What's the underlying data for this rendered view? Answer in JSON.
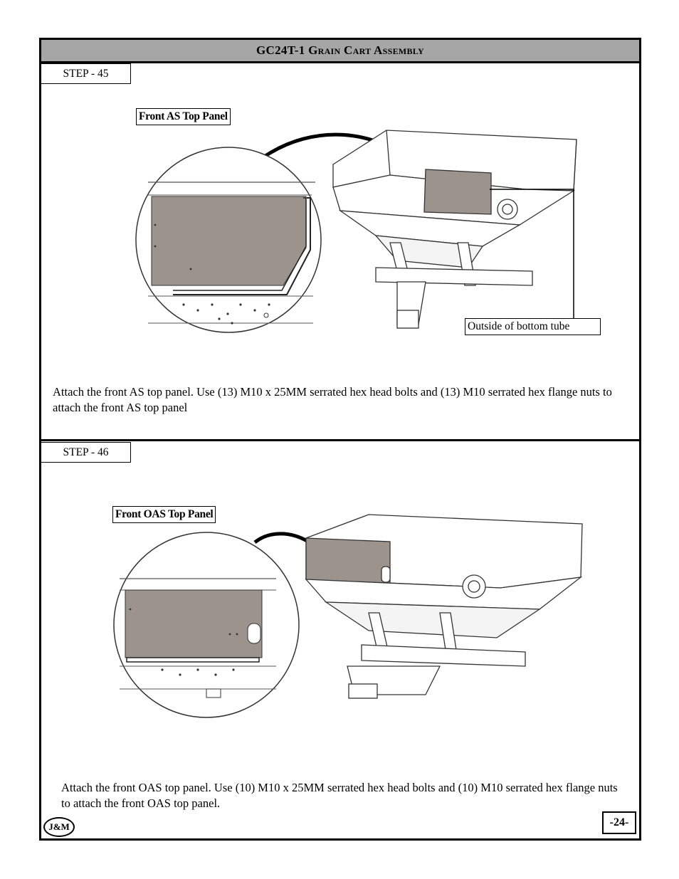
{
  "header": {
    "title": "GC24T-1 Grain Cart Assembly"
  },
  "steps": [
    {
      "label": "STEP - 45",
      "callout_part": "Front AS Top Panel",
      "callout_location": "Outside of bottom tube",
      "instructions": "Attach the front AS top panel. Use (13) M10 x 25MM serrated hex head bolts and (13) M10 serrated hex flange nuts to attach the front AS top panel"
    },
    {
      "label": "STEP - 46",
      "callout_part": "Front OAS Top Panel",
      "instructions": "Attach the front OAS top panel. Use (10) M10 x 25MM serrated hex head bolts and (10) M10 serrated hex flange nuts to attach the front OAS top panel."
    }
  ],
  "footer": {
    "logo_text": "J&M",
    "page_number": "-24-"
  },
  "colors": {
    "title_bar": "#a6a6a6",
    "panel_fill": "#9b938c"
  }
}
